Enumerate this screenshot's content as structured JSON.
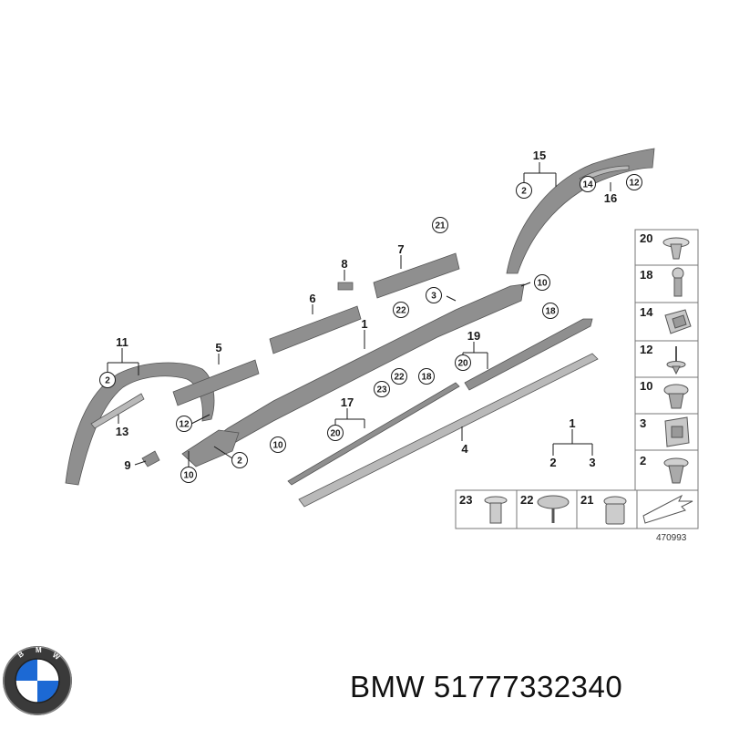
{
  "diagram": {
    "callouts": {
      "p1": "1",
      "p2": "2",
      "p3": "3",
      "p4": "4",
      "p5": "5",
      "p6": "6",
      "p7": "7",
      "p8": "8",
      "p9": "9",
      "p10": "10",
      "p11": "11",
      "p12": "12",
      "p13": "13",
      "p14": "14",
      "p15": "15",
      "p16": "16",
      "p17": "17",
      "p18": "18",
      "p19": "19",
      "p20": "20",
      "p21": "21",
      "p22": "22",
      "p23": "23"
    },
    "legend_sub": {
      "top": "1",
      "left": "2",
      "right": "3"
    },
    "side_table": [
      "20",
      "18",
      "14",
      "12",
      "10",
      "3",
      "2"
    ],
    "bottom_table": [
      "23",
      "22",
      "21"
    ],
    "diagram_code": "470993"
  },
  "footer": {
    "brand": "BMW",
    "part_number": "51777332340",
    "logo_icon": "bmw-roundel-icon",
    "colors": {
      "logo_blue": "#1c69d4",
      "logo_ring": "#1a1a1a"
    }
  }
}
